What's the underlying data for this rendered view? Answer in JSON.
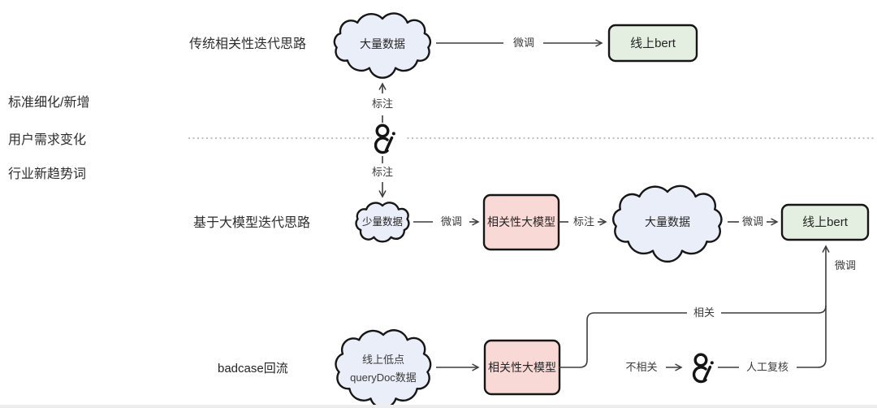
{
  "colors": {
    "cloud_fill": "#eaeef8",
    "model_box_fill": "#f8d9d6",
    "bert_box_fill": "#e4efe1",
    "line": "#3d3d3d"
  },
  "left_notes": [
    "标准细化/新增",
    "用户需求变化",
    "行业新趋势词"
  ],
  "annotator": {
    "label_up": "标注",
    "label_down": "标注"
  },
  "traditional_flow": {
    "title": "传统相关性迭代思路",
    "big_data_cloud": "大量数据",
    "finetune": "微调",
    "online_bert": "线上bert"
  },
  "llm_flow": {
    "title": "基于大模型迭代思路",
    "small_data_cloud": "少量数据",
    "finetune_small": "微调",
    "relevance_llm": "相关性大模型",
    "annotate": "标注",
    "big_data_cloud": "大量数据",
    "finetune_big": "微调",
    "online_bert": "线上bert",
    "finetune_feedback": "微调"
  },
  "badcase_flow": {
    "title": "badcase回流",
    "cloud_line1": "线上低点",
    "cloud_line2": "queryDoc数据",
    "relevance_llm": "相关性大模型",
    "relevant": "相关",
    "irrelevant": "不相关",
    "manual_review": "人工复核"
  }
}
